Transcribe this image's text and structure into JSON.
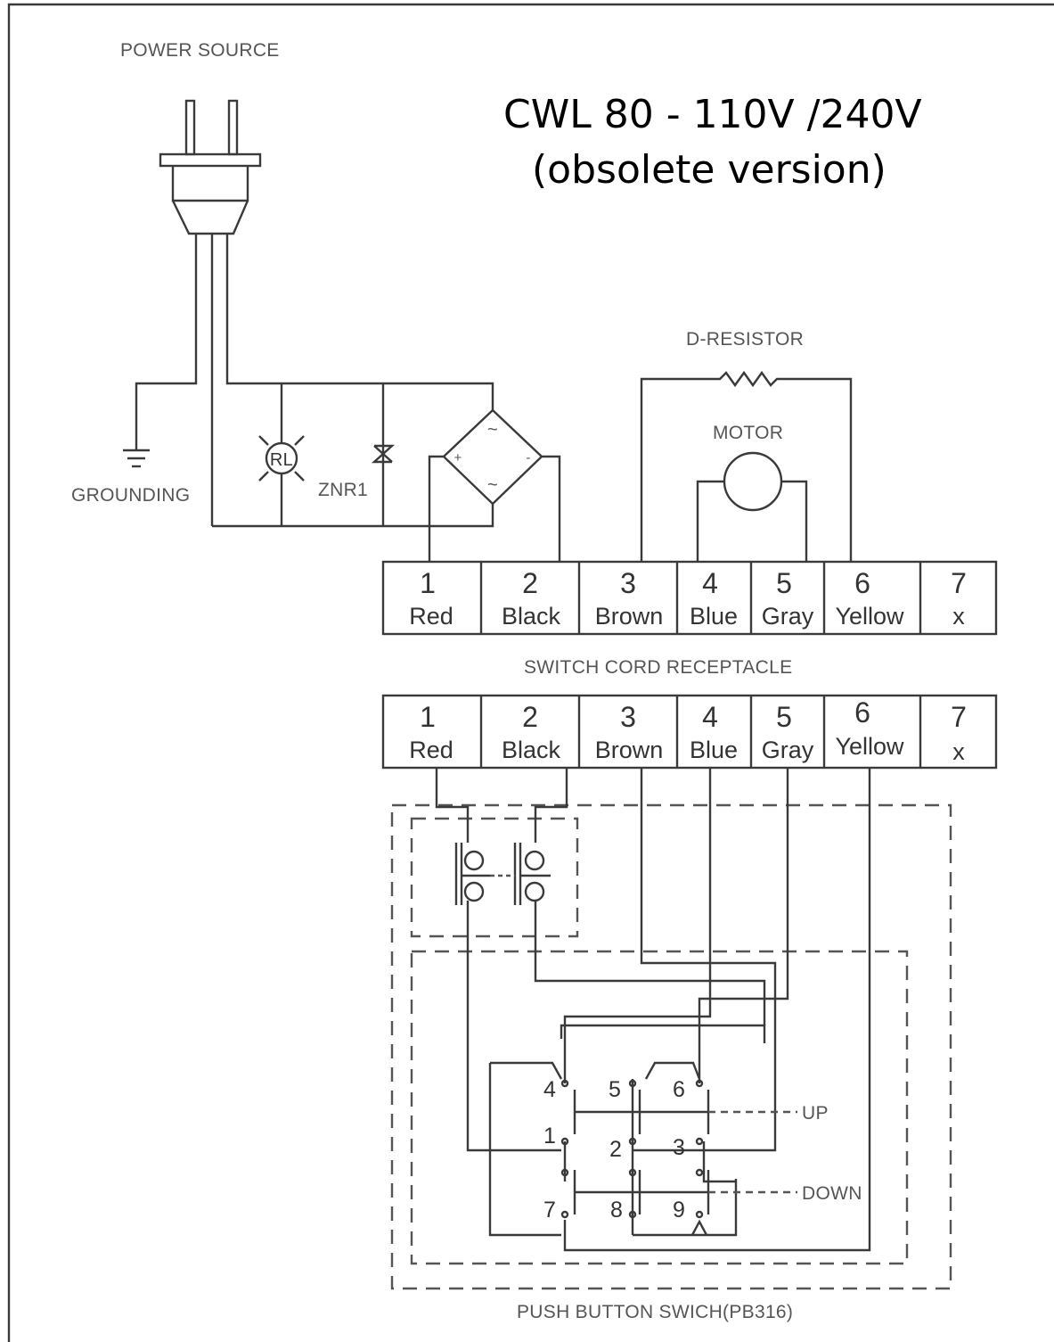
{
  "title": {
    "line1": "CWL 80 - 110V /240V",
    "line2": "(obsolete version)"
  },
  "labels": {
    "power_source": "POWER SOURCE",
    "grounding": "GROUNDING",
    "relay": "RL",
    "varistor": "ZNR1",
    "d_resistor": "D-RESISTOR",
    "motor": "MOTOR",
    "receptacle": "SWITCH CORD RECEPTACLE",
    "push_button": "PUSH BUTTON SWICH(PB316)",
    "up": "UP",
    "down": "DOWN",
    "bridge_ac": "~",
    "bridge_plus": "+",
    "bridge_minus": "-"
  },
  "terminals": [
    {
      "num": "1",
      "color": "Red"
    },
    {
      "num": "2",
      "color": "Black"
    },
    {
      "num": "3",
      "color": "Brown"
    },
    {
      "num": "4",
      "color": "Blue"
    },
    {
      "num": "5",
      "color": "Gray"
    },
    {
      "num": "6",
      "color": "Yellow"
    },
    {
      "num": "7",
      "color": "x"
    }
  ],
  "switch_contacts": [
    "1",
    "2",
    "3",
    "4",
    "5",
    "6",
    "7",
    "8",
    "9"
  ]
}
